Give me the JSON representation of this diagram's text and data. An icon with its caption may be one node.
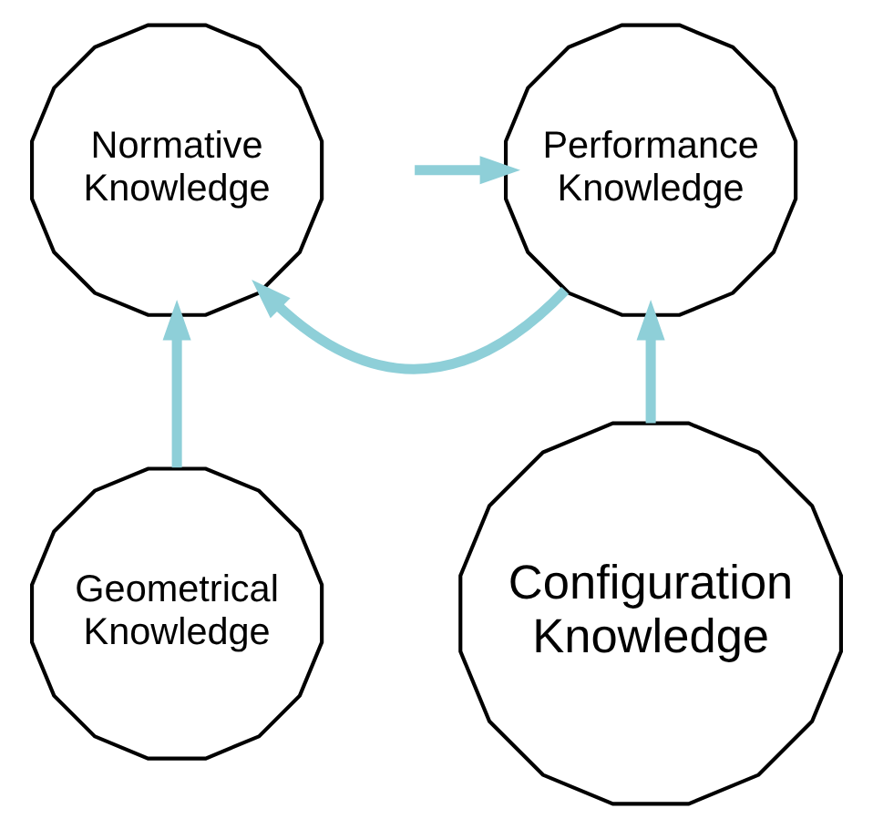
{
  "diagram": {
    "nodes": [
      {
        "text": [
          "Normative Knowledge"
        ]
      },
      {
        "text": [
          "Performance Knowledge"
        ]
      },
      {
        "text": [
          "Geometrical Knowledge"
        ]
      },
      {
        "text": [
          "Configuration Knowledge"
        ]
      }
    ],
    "edges": [
      {
        "from": 3,
        "to": 1,
        "arrow": "to"
      },
      {
        "from": null,
        "to": 1,
        "arrow": "to"
      },
      {
        "from": 1,
        "to": 0,
        "arrow": "to"
      },
      {
        "from": 2,
        "to": 0,
        "arrow": "to"
      }
    ]
  }
}
